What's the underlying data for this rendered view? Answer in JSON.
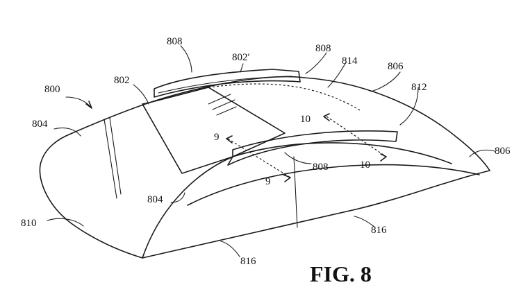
{
  "figure": {
    "caption": "FIG. 8",
    "reference_labels": {
      "l800": "800",
      "l802": "802",
      "l802p": "802′",
      "l804a": "804",
      "l804b": "804",
      "l806a": "806",
      "l806b": "806",
      "l808a": "808",
      "l808b": "808",
      "l808c": "808",
      "l810": "810",
      "l812": "812",
      "l814": "814",
      "l816a": "816",
      "l816b": "816",
      "l9a": "9",
      "l9b": "9",
      "l10a": "10",
      "l10b": "10"
    }
  }
}
